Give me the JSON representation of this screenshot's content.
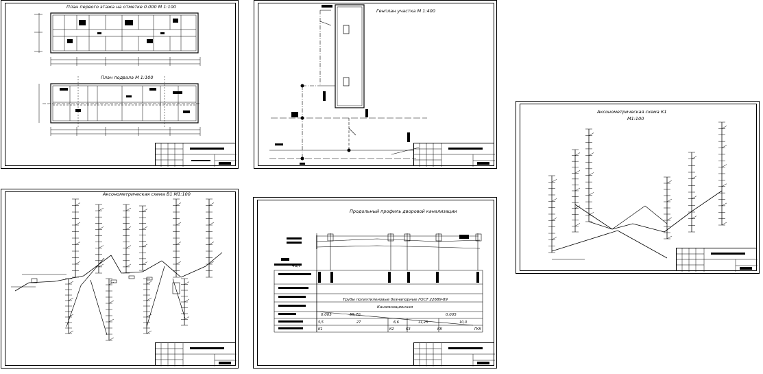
{
  "sheets": [
    {
      "title": "План первого этажа на отметке 0.000 М 1:100",
      "subtitle": "План подвала М 1:100"
    },
    {
      "title": "Генплан участка М 1:400"
    },
    {
      "title": "Аксонометрическая схема В1 М1:100"
    },
    {
      "title": "Продольный профиль дворовой канализации"
    },
    {
      "title": "Аксонометрическая схема К1",
      "subtitle": "М1:100"
    }
  ],
  "profile": {
    "table_title": "Трубы полиэтиленовые безнапорные ГОСТ 22689-89",
    "section_label": "Канализационная",
    "slope_left": "0.005",
    "slope_right": "0.005",
    "length_left": "55,70",
    "well_labels": [
      "К1",
      "К2",
      "К3",
      "КК",
      "ГКК"
    ],
    "lengths": [
      "5,5",
      "27",
      "6,6",
      "11,25",
      "10,0"
    ],
    "datum": "46,7"
  }
}
